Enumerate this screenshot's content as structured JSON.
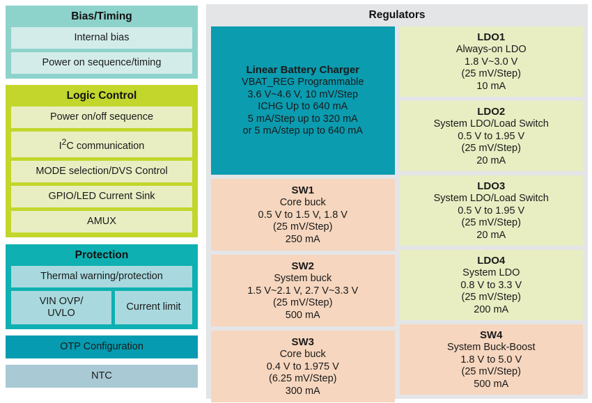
{
  "left": {
    "bias": {
      "title": "Bias/Timing",
      "items": [
        {
          "label": "Internal bias"
        },
        {
          "label": "Power on sequence/timing"
        }
      ]
    },
    "logic": {
      "title": "Logic Control",
      "items": [
        {
          "label": "Power on/off sequence"
        },
        {
          "label": "I2C communication",
          "html_label": "I²C communication"
        },
        {
          "label": "MODE selection/DVS Control"
        },
        {
          "label": "GPIO/LED Current Sink"
        },
        {
          "label": "AMUX"
        }
      ]
    },
    "protection": {
      "title": "Protection",
      "thermal": "Thermal warning/protection",
      "vin_ovp_line1": "VIN OVP/",
      "vin_ovp_line2": "UVLO",
      "current_limit": "Current limit"
    },
    "otp": "OTP Configuration",
    "ntc": "NTC"
  },
  "right": {
    "title": "Regulators",
    "column_left": [
      {
        "name": "charger",
        "title": "Linear Battery Charger",
        "lines": [
          "VBAT_REG Programmable",
          "3.6 V~4.6 V, 10 mV/Step",
          "ICHG Up to 640 mA",
          "5 mA/Step up to 320 mA",
          "or 5 mA/step up to 640 mA"
        ]
      },
      {
        "name": "sw1",
        "title": "SW1",
        "lines": [
          "Core buck",
          "0.5 V to 1.5 V, 1.8 V",
          "(25 mV/Step)",
          "250 mA"
        ]
      },
      {
        "name": "sw2",
        "title": "SW2",
        "lines": [
          "System buck",
          "1.5 V~2.1 V, 2.7 V~3.3 V",
          "(25 mV/Step)",
          "500 mA"
        ]
      },
      {
        "name": "sw3",
        "title": "SW3",
        "lines": [
          "Core buck",
          "0.4 V to 1.975 V",
          "(6.25 mV/Step)",
          "300 mA"
        ]
      }
    ],
    "column_right": [
      {
        "name": "ldo1",
        "title": "LDO1",
        "lines": [
          "Always-on LDO",
          "1.8 V~3.0 V",
          "(25 mV/Step)",
          "10 mA"
        ]
      },
      {
        "name": "ldo2",
        "title": "LDO2",
        "lines": [
          "System LDO/Load Switch",
          "0.5 V to 1.95 V",
          "(25 mV/Step)",
          "20 mA"
        ]
      },
      {
        "name": "ldo3",
        "title": "LDO3",
        "lines": [
          "System LDO/Load Switch",
          "0.5 V to 1.95 V",
          "(25 mV/Step)",
          "20 mA"
        ]
      },
      {
        "name": "ldo4",
        "title": "LDO4",
        "lines": [
          "System LDO",
          "0.8 V to 3.3 V",
          "(25 mV/Step)",
          "200 mA"
        ]
      },
      {
        "name": "sw4",
        "title": "SW4",
        "lines": [
          "System Buck-Boost",
          "1.8 V to 5.0 V",
          "(25 mV/Step)",
          "500 mA"
        ]
      }
    ]
  },
  "colors": {
    "bias_header": "#8ed3cb",
    "bias_chip": "#d3ecea",
    "logic_header": "#c2d62c",
    "logic_chip": "#e8eec2",
    "protection_header": "#0fb0b2",
    "protection_chip": "#a9d9de",
    "otp": "#069bb0",
    "ntc": "#a9c9d4",
    "panel_bg": "#e4e5e7",
    "charger": "#0b9cb0",
    "ldo": "#e8eec2",
    "sw": "#f6d6be"
  }
}
